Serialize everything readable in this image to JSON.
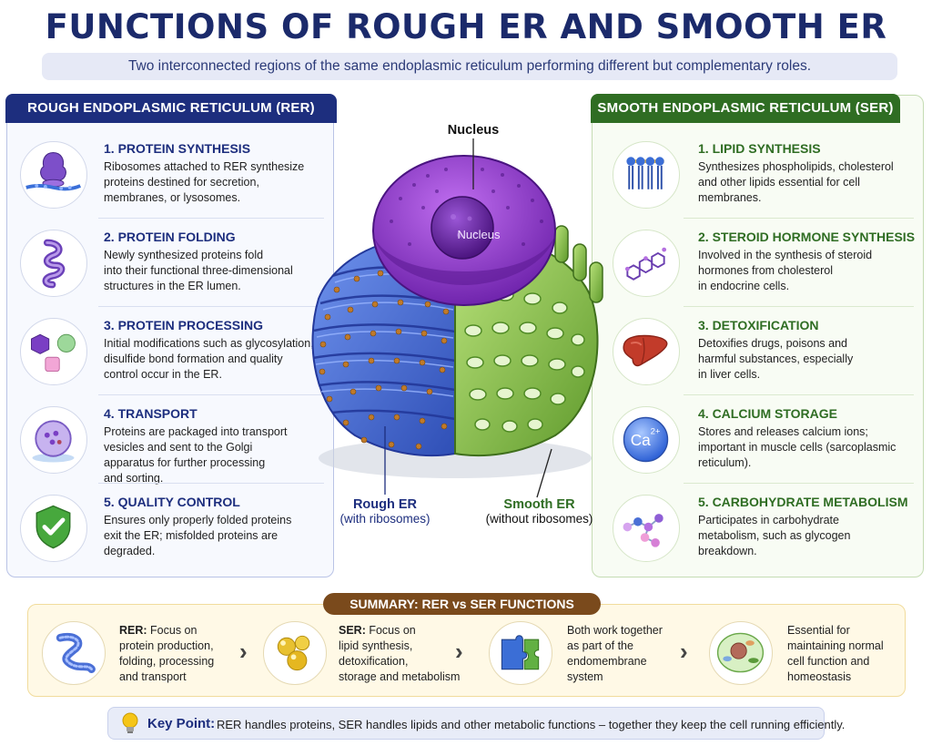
{
  "title": "FUNCTIONS OF ROUGH ER AND SMOOTH ER",
  "subtitle": "Two interconnected regions of the same endoplasmic reticulum performing different but complementary roles.",
  "rer": {
    "header": "ROUGH ENDOPLASMIC RETICULUM (RER)",
    "items": [
      {
        "title": "1. PROTEIN SYNTHESIS",
        "l1": "Ribosomes attached to RER synthesize",
        "l2": "proteins destined for secretion,",
        "l3": "membranes, or lysosomes.",
        "l4": ""
      },
      {
        "title": "2. PROTEIN FOLDING",
        "l1": "Newly synthesized proteins fold",
        "l2": "into their functional three-dimensional",
        "l3": "structures in the ER lumen.",
        "l4": ""
      },
      {
        "title": "3. PROTEIN PROCESSING",
        "l1": "Initial modifications such as glycosylation,",
        "l2": "disulfide bond formation and quality",
        "l3": "control occur in the ER.",
        "l4": ""
      },
      {
        "title": "4. TRANSPORT",
        "l1": "Proteins are packaged into transport",
        "l2": "vesicles and sent to the Golgi",
        "l3": "apparatus for further processing",
        "l4": "and sorting."
      },
      {
        "title": "5. QUALITY CONTROL",
        "l1": "Ensures only properly folded proteins",
        "l2": "exit the ER; misfolded proteins are",
        "l3": "degraded.",
        "l4": ""
      }
    ]
  },
  "ser": {
    "header": "SMOOTH ENDOPLASMIC RETICULUM (SER)",
    "items": [
      {
        "title": "1. LIPID SYNTHESIS",
        "l1": "Synthesizes phospholipids, cholesterol",
        "l2": "and other lipids essential for cell",
        "l3": "membranes.",
        "l4": ""
      },
      {
        "title": "2. STEROID HORMONE SYNTHESIS",
        "l1": "Involved in the synthesis of steroid",
        "l2": "hormones from cholesterol",
        "l3": "in endocrine cells.",
        "l4": ""
      },
      {
        "title": "3. DETOXIFICATION",
        "l1": "Detoxifies drugs, poisons and",
        "l2": "harmful substances, especially",
        "l3": "in liver cells.",
        "l4": ""
      },
      {
        "title": "4. CALCIUM STORAGE",
        "l1": "Stores and releases calcium ions;",
        "l2": "important in muscle cells (sarcoplasmic",
        "l3": "reticulum).",
        "l4": ""
      },
      {
        "title": "5. CARBOHYDRATE METABOLISM",
        "l1": "Participates in carbohydrate",
        "l2": "metabolism, such as glycogen",
        "l3": "breakdown.",
        "l4": ""
      }
    ]
  },
  "center": {
    "nucleus_top": "Nucleus",
    "nucleus_inner": "Nucleus",
    "rough_label": "Rough ER",
    "rough_sub": "(with ribosomes)",
    "smooth_label": "Smooth ER",
    "smooth_sub": "(without ribosomes)"
  },
  "calcium_icon_text": "Ca",
  "calcium_icon_sup": "2+",
  "summary": {
    "header": "SUMMARY: RER vs SER FUNCTIONS",
    "rer_bold": "RER:",
    "rer_l1": " Focus on",
    "rer_l2": "protein production,",
    "rer_l3": "folding, processing",
    "rer_l4": "and transport",
    "ser_bold": "SER:",
    "ser_l1": " Focus on",
    "ser_l2": "lipid synthesis,",
    "ser_l3": "detoxification,",
    "ser_l4": "storage and metabolism",
    "both_l1": "Both work together",
    "both_l2": "as part of the",
    "both_l3": "endomembrane",
    "both_l4": "system",
    "ess_l1": "Essential for",
    "ess_l2": "maintaining normal",
    "ess_l3": "cell function and",
    "ess_l4": "homeostasis",
    "chevron": "›"
  },
  "key_point": {
    "label": "Key Point:",
    "text": "RER handles proteins, SER handles lipids and other metabolic functions – together they keep the cell running efficiently."
  },
  "colors": {
    "rer_blue": "#1d2e7e",
    "ser_green": "#2f6d23",
    "summary_brown": "#7a4a1c",
    "nucleus_purple": "#8a2bd1"
  }
}
